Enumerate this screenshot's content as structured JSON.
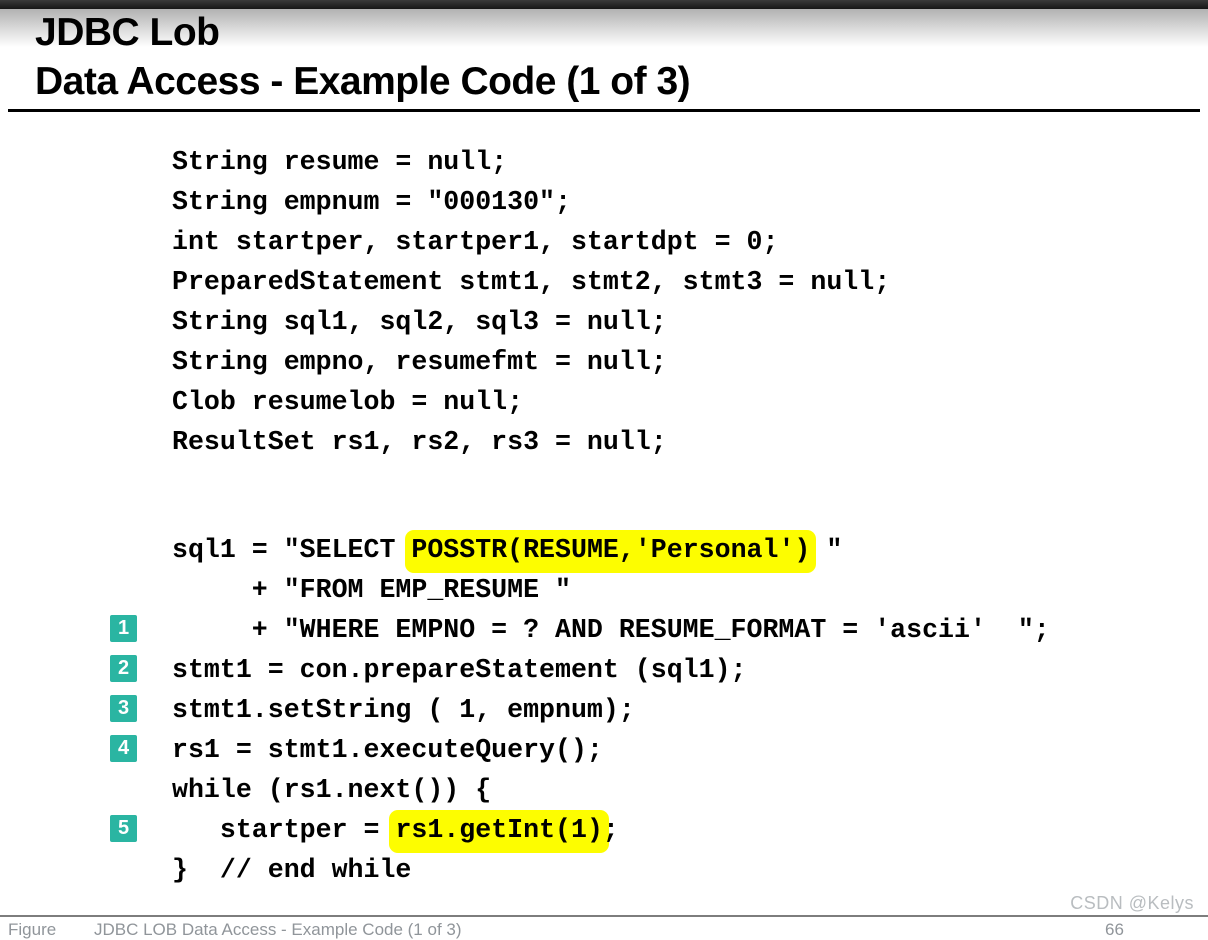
{
  "page": {
    "title_line1": "JDBC Lob",
    "title_line2": "Data Access - Example Code (1 of 3)"
  },
  "colors": {
    "marker_bg": "#2ab5a2",
    "highlight": "#fdfd00",
    "title_rule": "#000000"
  },
  "code": {
    "block1": {
      "lines": [
        {
          "marker": null,
          "parts": [
            {
              "text": "String resume = null;",
              "hl": false
            }
          ]
        },
        {
          "marker": null,
          "parts": [
            {
              "text": "String empnum = \"000130\";",
              "hl": false
            }
          ]
        },
        {
          "marker": null,
          "parts": [
            {
              "text": "int startper, startper1, startdpt = 0;",
              "hl": false
            }
          ]
        },
        {
          "marker": null,
          "parts": [
            {
              "text": "PreparedStatement stmt1, stmt2, stmt3 = null;",
              "hl": false
            }
          ]
        },
        {
          "marker": null,
          "parts": [
            {
              "text": "String sql1, sql2, sql3 = null;",
              "hl": false
            }
          ]
        },
        {
          "marker": null,
          "parts": [
            {
              "text": "String empno, resumefmt = null;",
              "hl": false
            }
          ]
        },
        {
          "marker": null,
          "parts": [
            {
              "text": "Clob resumelob = null;",
              "hl": false
            }
          ]
        },
        {
          "marker": null,
          "parts": [
            {
              "text": "ResultSet rs1, rs2, rs3 = null;",
              "hl": false
            }
          ]
        }
      ]
    },
    "block2": {
      "lines": [
        {
          "marker": null,
          "parts": [
            {
              "text": "sql1 = \"SELECT ",
              "hl": false
            },
            {
              "text": "POSSTR(RESUME,'Personal')",
              "hl": true
            },
            {
              "text": " \"",
              "hl": false
            }
          ]
        },
        {
          "marker": null,
          "parts": [
            {
              "text": "     + \"FROM EMP_RESUME \"",
              "hl": false
            }
          ]
        },
        {
          "marker": "1",
          "parts": [
            {
              "text": "     + \"WHERE EMPNO = ? AND RESUME_FORMAT = 'ascii'  \";",
              "hl": false
            }
          ]
        },
        {
          "marker": "2",
          "parts": [
            {
              "text": "stmt1 = con.prepareStatement (sql1);",
              "hl": false
            }
          ]
        },
        {
          "marker": "3",
          "parts": [
            {
              "text": "stmt1.setString ( 1, empnum);",
              "hl": false
            }
          ]
        },
        {
          "marker": "4",
          "parts": [
            {
              "text": "rs1 = stmt1.executeQuery();",
              "hl": false
            }
          ]
        },
        {
          "marker": null,
          "parts": [
            {
              "text": "while (rs1.next()) {",
              "hl": false
            }
          ]
        },
        {
          "marker": "5",
          "parts": [
            {
              "text": "   startper = ",
              "hl": false
            },
            {
              "text": "rs1.getInt(1)",
              "hl": true
            },
            {
              "text": ";",
              "hl": false
            }
          ]
        },
        {
          "marker": null,
          "parts": [
            {
              "text": "}  // end while",
              "hl": false
            }
          ]
        }
      ]
    }
  },
  "footer": {
    "watermark": "CSDN @Kelys",
    "caption": "Figure        JDBC LOB Data Access - Example Code (1 of 3)",
    "page_number": "66"
  }
}
